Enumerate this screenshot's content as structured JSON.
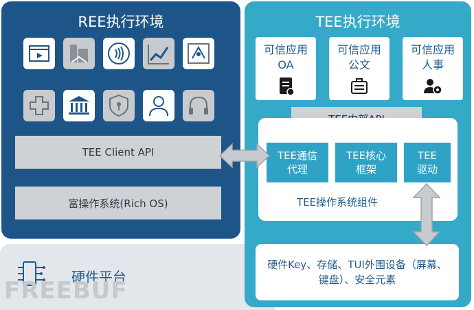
{
  "ree": {
    "title": "REE执行环境",
    "client_api": "TEE Client API",
    "rich_os": "富操作系统(Rich OS)"
  },
  "tee": {
    "title": "TEE执行环境",
    "apps": [
      {
        "line1": "可信应用",
        "line2": "OA"
      },
      {
        "line1": "可信应用",
        "line2": "公文"
      },
      {
        "line1": "可信应用",
        "line2": "人事"
      }
    ],
    "internal_api": "TEE内部API",
    "components": [
      {
        "line1": "TEE通信",
        "line2": "代理"
      },
      {
        "line1": "TEE核心",
        "line2": "框架"
      },
      {
        "line1": "TEE",
        "line2": "驱动"
      }
    ],
    "os_components": "TEE操作系统组件",
    "hardware": "硬件Key、存储、TUI外围设备（屏幕、键盘）、安全元素"
  },
  "hardware_platform": "硬件平台",
  "watermark": "FREEBUF",
  "icons": [
    "video-icon",
    "building-icon",
    "contactless-icon",
    "chart-icon",
    "navigation-icon",
    "medical-cross-icon",
    "bank-icon",
    "shield-lock-icon",
    "user-icon",
    "headphones-icon",
    "document-icon",
    "briefcase-icon",
    "users-icon",
    "circuit-icon"
  ],
  "colors": {
    "ree_bg": "#1e5589",
    "tee_bg": "#35a9c8",
    "component": "#2ea3c6",
    "gray": "#cfd2d5",
    "text_blue": "#1f5c8c"
  }
}
